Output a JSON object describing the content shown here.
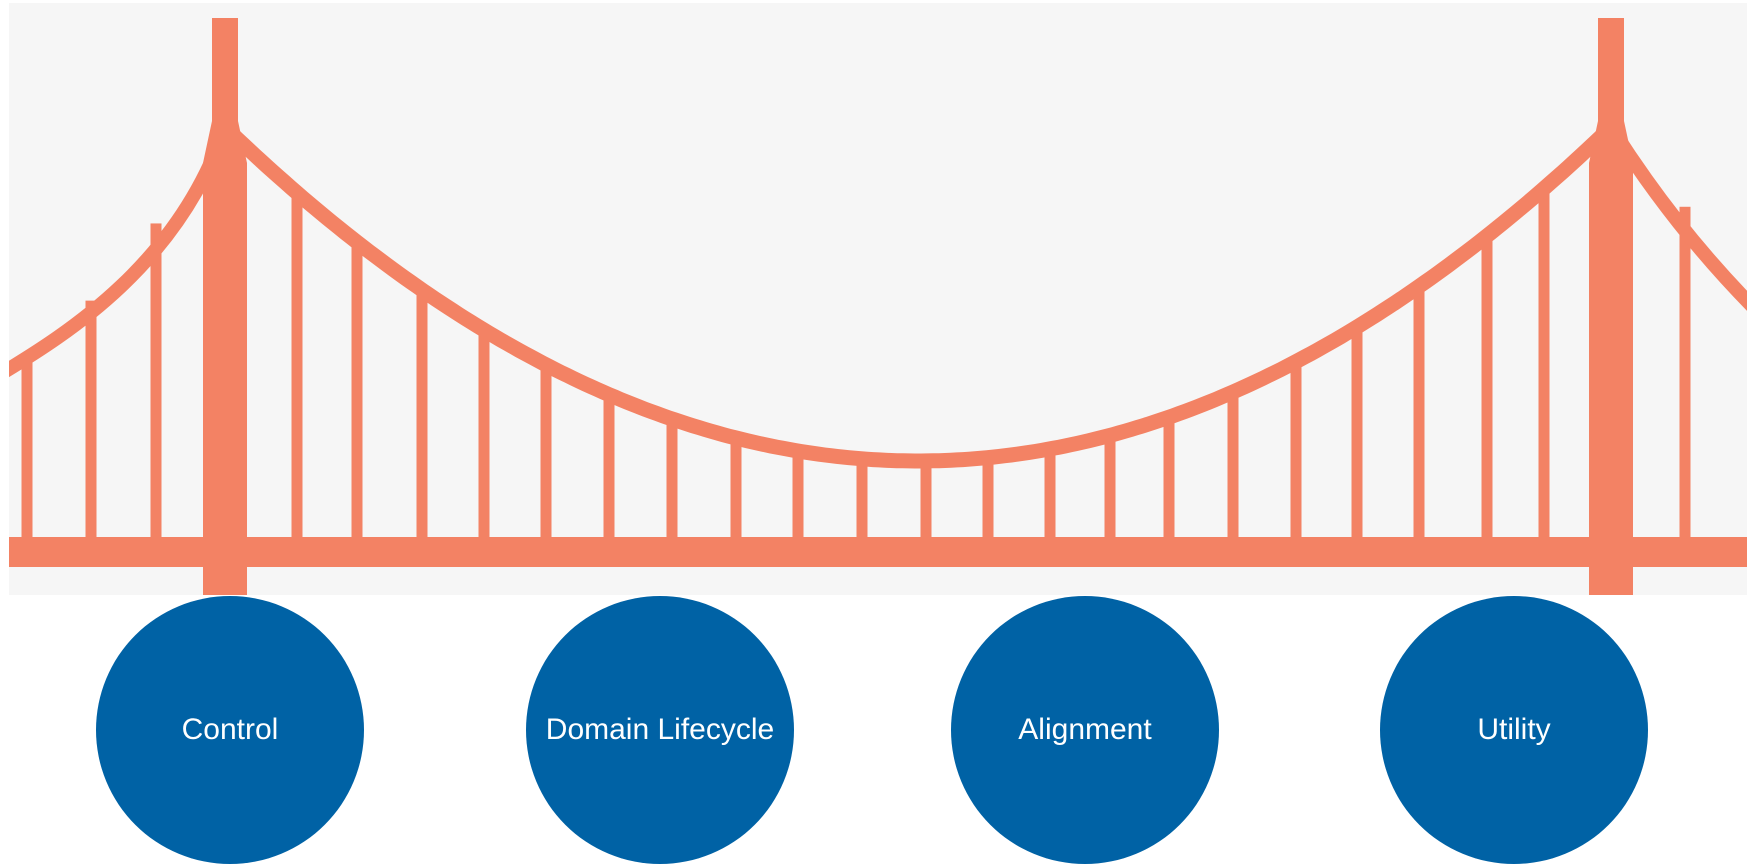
{
  "colors": {
    "bridge": "#f38264",
    "bridge_background": "#f6f6f6",
    "circle_fill": "#0062a5",
    "circle_text": "#ffffff"
  },
  "illustration": {
    "icon": "suspension-bridge-icon"
  },
  "pillars": [
    {
      "label": "Control"
    },
    {
      "label": "Domain Lifecycle"
    },
    {
      "label": "Alignment"
    },
    {
      "label": "Utility"
    }
  ]
}
